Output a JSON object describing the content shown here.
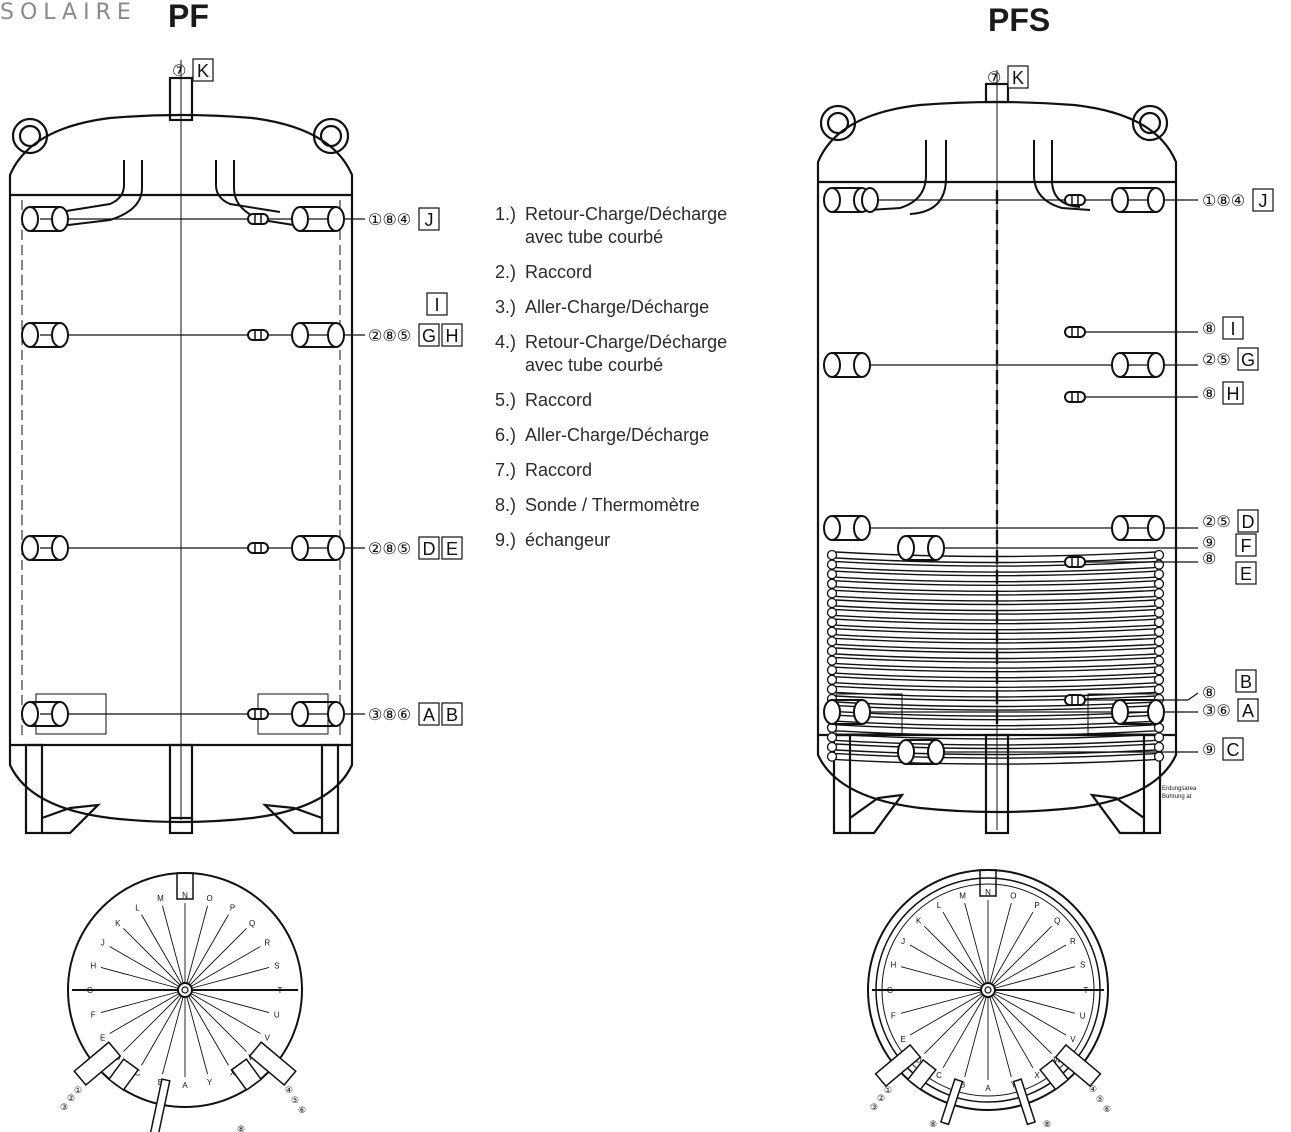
{
  "brand": "SOLAIRE",
  "title_pf": "PF",
  "title_pfs": "PFS",
  "legend": [
    {
      "num": "1.)",
      "text": "Retour-Charge/Décharge\navec tube courbé"
    },
    {
      "num": "2.)",
      "text": "Raccord"
    },
    {
      "num": "3.)",
      "text": "Aller-Charge/Décharge"
    },
    {
      "num": "4.)",
      "text": "Retour-Charge/Décharge\navec tube courbé"
    },
    {
      "num": "5.)",
      "text": "Raccord"
    },
    {
      "num": "6.)",
      "text": "Aller-Charge/Décharge"
    },
    {
      "num": "7.)",
      "text": "Raccord"
    },
    {
      "num": "8.)",
      "text": "Sonde / Thermomètre"
    },
    {
      "num": "9.)",
      "text": "échangeur"
    }
  ],
  "pf_labels": {
    "top": {
      "nums": "⑦",
      "boxes": [
        "K"
      ]
    },
    "row1": {
      "nums": "①⑧④",
      "boxes": [
        "J"
      ]
    },
    "row2_above": {
      "boxes": [
        "I"
      ]
    },
    "row2": {
      "nums": "②⑧⑤",
      "boxes": [
        "G",
        "H"
      ]
    },
    "row3": {
      "nums": "②⑧⑤",
      "boxes": [
        "D",
        "E"
      ]
    },
    "row4": {
      "nums": "③⑧⑥",
      "boxes": [
        "A",
        "B"
      ]
    }
  },
  "pfs_labels": {
    "top": {
      "nums": "⑦",
      "boxes": [
        "K"
      ]
    },
    "row1": {
      "nums": "①⑧④",
      "boxes": [
        "J"
      ]
    },
    "sI": {
      "nums": "⑧",
      "boxes": [
        "I"
      ]
    },
    "row2": {
      "nums": "②⑤",
      "boxes": [
        "G"
      ]
    },
    "sH": {
      "nums": "⑧",
      "boxes": [
        "H"
      ]
    },
    "row3": {
      "nums": "②⑤",
      "boxes": [
        "D"
      ]
    },
    "hx_top": {
      "nums": "⑨",
      "boxes": [
        "F"
      ]
    },
    "s_E": {
      "nums": "⑧",
      "boxes": [
        "E"
      ]
    },
    "s_B": {
      "nums": "⑧",
      "boxes": [
        "B"
      ]
    },
    "row4": {
      "nums": "③⑥",
      "boxes": [
        "A"
      ]
    },
    "hx_bottom": {
      "nums": "⑨",
      "boxes": [
        "C"
      ]
    },
    "ground_note_line1": "Erdungsarea",
    "ground_note_line2": "Bohrung at"
  },
  "plan_letters": [
    "A",
    "B",
    "C",
    "D",
    "E",
    "F",
    "G",
    "H",
    "J",
    "K",
    "L",
    "M",
    "N",
    "O",
    "P",
    "Q",
    "R",
    "S",
    "T",
    "U",
    "V",
    "W",
    "X",
    "Y"
  ],
  "plan_pf_nozzle_labels": [
    "①",
    "②",
    "③",
    "④",
    "⑤",
    "⑥",
    "⑧"
  ],
  "plan_pfs_nozzle_labels": [
    "①",
    "②",
    "③",
    "④",
    "⑤",
    "⑥",
    "⑧",
    "⑧",
    "⑧"
  ]
}
